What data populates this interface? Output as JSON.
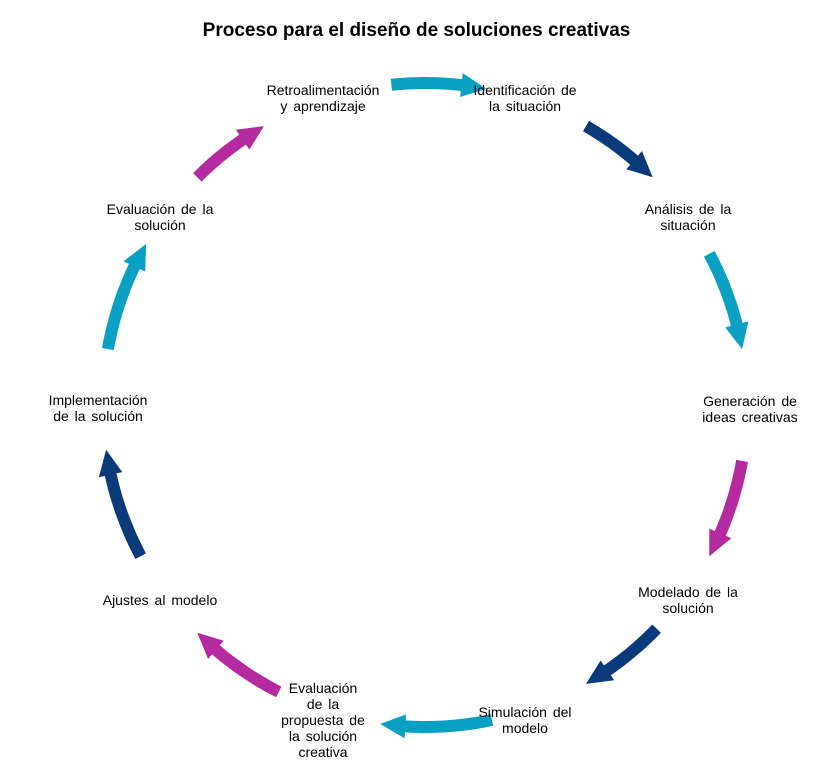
{
  "diagram": {
    "title": "Proceso para el diseño de soluciones creativas",
    "steps": [
      {
        "label": "Identificación  de\nla situación"
      },
      {
        "label": "Análisis de la\nsituación"
      },
      {
        "label": "Generación  de\nideas creativas"
      },
      {
        "label": "Modelado  de la\nsolución"
      },
      {
        "label": "Simulación del\nmodelo"
      },
      {
        "label": "Evaluación\nde la\npropuesta  de\nla solución\ncreativa"
      },
      {
        "label": "Ajustes al modelo"
      },
      {
        "label": "Implementación\nde la solución"
      },
      {
        "label": "Evaluación  de la\nsolución"
      },
      {
        "label": "Retroalimentación\ny aprendizaje"
      }
    ],
    "arrows": [
      {
        "name": "arrow-retro-to-identificacion",
        "color": "#0aa0c4"
      },
      {
        "name": "arrow-identificacion-to-analisis",
        "color": "#0b3a7a"
      },
      {
        "name": "arrow-analisis-to-generacion",
        "color": "#0aa0c4"
      },
      {
        "name": "arrow-generacion-to-modelado",
        "color": "#b52a9e"
      },
      {
        "name": "arrow-modelado-to-simulacion",
        "color": "#0b3a7a"
      },
      {
        "name": "arrow-simulacion-to-evaluacion-propuesta",
        "color": "#0aa0c4"
      },
      {
        "name": "arrow-evaluacion-propuesta-to-ajustes",
        "color": "#b52a9e"
      },
      {
        "name": "arrow-ajustes-to-implementacion",
        "color": "#0b3a7a"
      },
      {
        "name": "arrow-implementacion-to-evaluacion",
        "color": "#0aa0c4"
      },
      {
        "name": "arrow-evaluacion-to-retro",
        "color": "#b52a9e"
      }
    ]
  }
}
